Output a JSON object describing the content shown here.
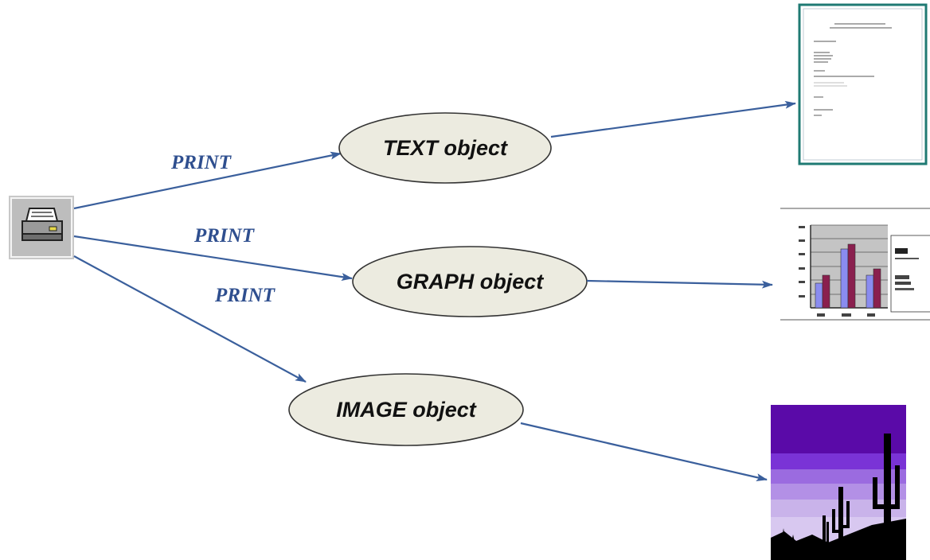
{
  "print_labels": [
    "PRINT",
    "PRINT",
    "PRINT"
  ],
  "nodes": {
    "text": "TEXT object",
    "graph": "GRAPH object",
    "image": "IMAGE object"
  },
  "icons": {
    "printer": "printer-icon",
    "document": "document-thumbnail",
    "chart": "chart-thumbnail",
    "image": "cactus-sunset-thumbnail"
  },
  "colors": {
    "arrow": "#3a5f9c",
    "label": "#2f4f8f",
    "node_fill": "#ecebe0",
    "doc_border": "#1f7a73",
    "bar_a": "#8a8cf0",
    "bar_b": "#8a1f4e",
    "sky_top": "#5a0aa8",
    "sky_mid": "#9b6be0",
    "sky_low": "#c9b3ea"
  }
}
